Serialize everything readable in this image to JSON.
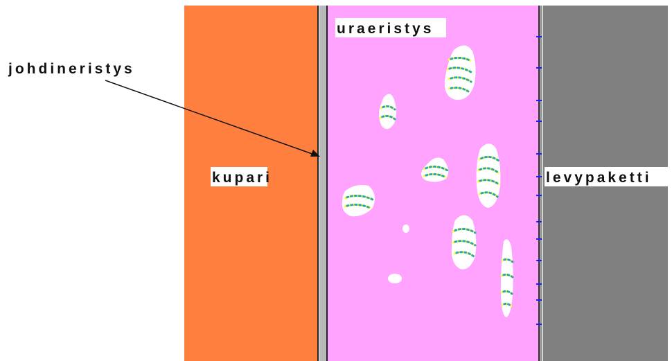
{
  "labels": {
    "conductor": "kupari",
    "conductor_insulation": "johdineristys",
    "slot_insulation": "uraeristys",
    "core": "levypaketti"
  },
  "colors": {
    "conductor": "#ff7f3f",
    "conductor_insulation": "#b8b8b8",
    "slot_insulation": "#ffa3ff",
    "core": "#808080",
    "voids": "#ffffff",
    "discharge_dots_yellow": "#ffff33",
    "discharge_dots_teal": "#2aa8a8",
    "core_ticks": "#1a1aff"
  }
}
